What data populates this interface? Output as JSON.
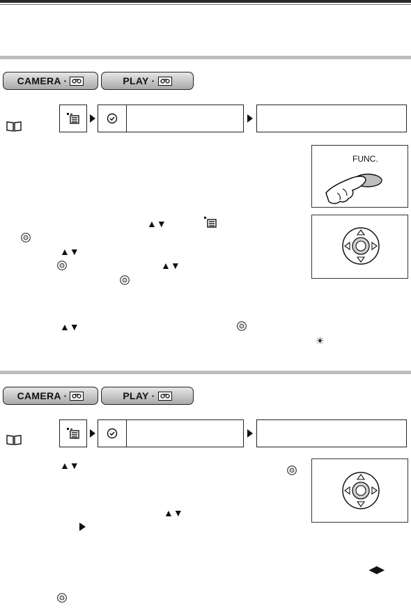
{
  "modes": {
    "camera_label": "CAMERA ·",
    "play_label": "PLAY ·"
  },
  "func_panel": {
    "button_label": "FUNC."
  },
  "icons": {
    "up_down": "▲▼",
    "left_right": "◀▶",
    "sun": "☀"
  }
}
